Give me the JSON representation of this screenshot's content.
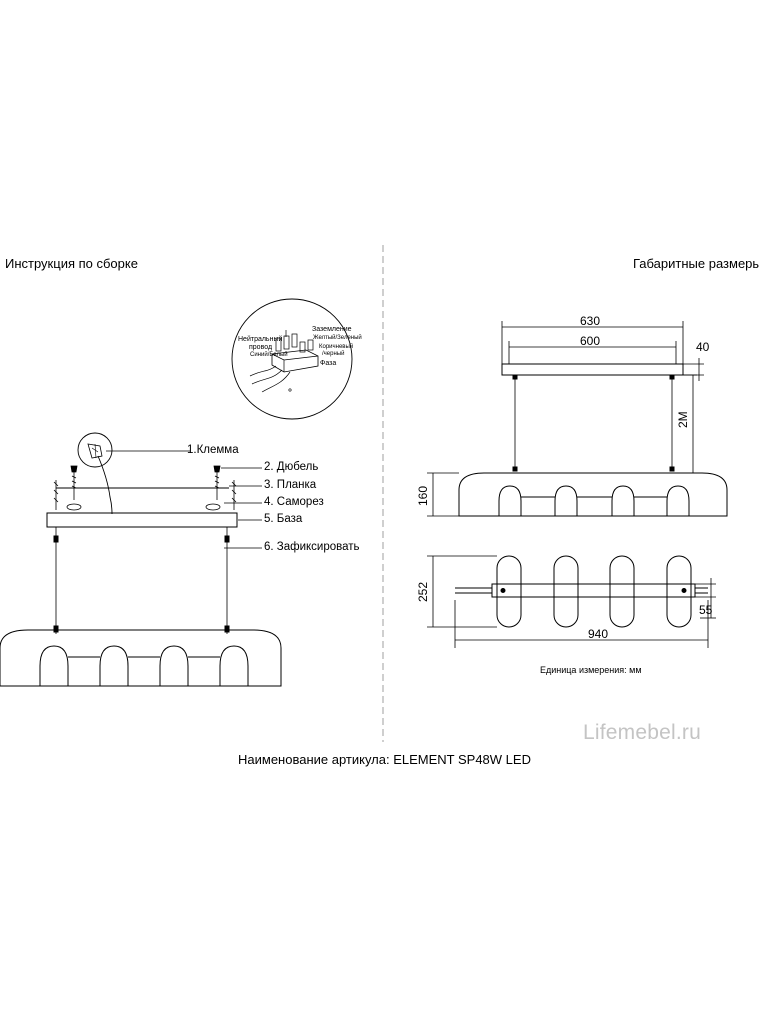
{
  "headings": {
    "assembly": "Инструкция по сборке",
    "dimensions": "Габаритные размеры"
  },
  "parts": [
    {
      "num": "1.",
      "name": "Клемма"
    },
    {
      "num": "2.",
      "name": "Дюбель"
    },
    {
      "num": "3.",
      "name": "Планка"
    },
    {
      "num": "4.",
      "name": "Саморез"
    },
    {
      "num": "5.",
      "name": "База"
    },
    {
      "num": "6.",
      "name": "Зафиксировать"
    }
  ],
  "wiring": {
    "neutral_1": "Нейтральный",
    "neutral_2": "провод",
    "neutral_color": "Синий/Белый",
    "ground": "Заземление",
    "ground_color": "Желтый/Зеленый",
    "phase_color_1": "Коричневый",
    "phase_color_2": "/черный",
    "phase": "Фаза"
  },
  "dimensions": {
    "plate_outer": "630",
    "plate_inner": "600",
    "plate_height": "40",
    "cable_length": "2M",
    "body_height": "160",
    "body_depth": "252",
    "plate_width": "55",
    "body_length": "940",
    "unit_note": "Единица измерения: мм"
  },
  "product_name": "Наименование артикула: ELEMENT SP48W LED",
  "watermark": "Lifemebel.ru"
}
